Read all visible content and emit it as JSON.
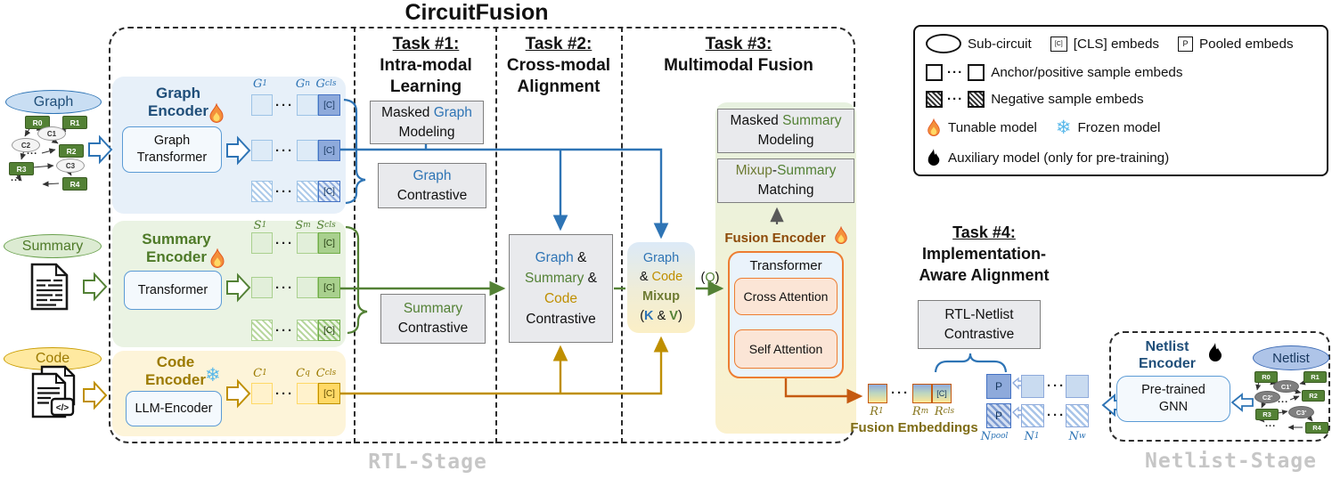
{
  "title": "CircuitFusion",
  "glyphs": {
    "dots": "···",
    "dots_small": "...",
    "cls": "[C]",
    "pool": "P",
    "code_tag": "</>",
    "snowflake": "❄"
  },
  "stages": {
    "rtl": "RTL-Stage",
    "netlist": "Netlist-Stage"
  },
  "colors": {
    "graph_blue": "#2E74B5",
    "summary_green": "#538135",
    "code_gold": "#BF8F00",
    "fusion_orange": "#C55A11",
    "mixup_olive": "#6E7B33"
  },
  "inputs": {
    "graph": {
      "label": "Graph"
    },
    "summary": {
      "label": "Summary"
    },
    "code": {
      "label": "Code"
    },
    "netlist": {
      "label": "Netlist"
    }
  },
  "rtl_graph": {
    "r0": "R0",
    "r1": "R1",
    "c1": "C1",
    "c2": "C2",
    "r2": "R2",
    "r3": "R3",
    "c3": "C3",
    "r4": "R4"
  },
  "netlist_graph": {
    "r0": "R0",
    "r1": "R1",
    "c1": "C1'",
    "c2": "C2'",
    "r2": "R2",
    "r3": "R3",
    "c3": "C3'",
    "r4": "R4"
  },
  "encoders": {
    "graph": {
      "t1": "Graph",
      "t2": "Encoder",
      "model": "Graph Transformer",
      "l1b": "G",
      "l1s": "1",
      "l2b": "G",
      "l2s": "n",
      "l3b": "G",
      "l3s": "cls"
    },
    "summary": {
      "t1": "Summary",
      "t2": "Encoder",
      "model": "Transformer",
      "l1b": "S",
      "l1s": "1",
      "l2b": "S",
      "l2s": "m",
      "l3b": "S",
      "l3s": "cls"
    },
    "code": {
      "t1": "Code",
      "t2": "Encoder",
      "model": "LLM-Encoder",
      "l1b": "C",
      "l1s": "1",
      "l2b": "C",
      "l2s": "q",
      "l3b": "C",
      "l3s": "cls"
    }
  },
  "tasks": {
    "t1": {
      "h": "Task #1:",
      "l1": "Intra-modal",
      "l2": "Learning"
    },
    "t2": {
      "h": "Task #2:",
      "l1": "Cross-modal",
      "l2": "Alignment"
    },
    "t3": {
      "h": "Task #3:",
      "l1": "Multimodal Fusion"
    },
    "t4": {
      "h": "Task #4:",
      "l1": "Implementation-",
      "l2": "Aware Alignment"
    }
  },
  "boxes": {
    "masked_graph": {
      "w1": "Masked",
      "w2": "Graph",
      "w3": "Modeling"
    },
    "graph_contrastive": {
      "w1": "Graph",
      "w2": "Contrastive"
    },
    "summary_contrastive": {
      "w1": "Summary",
      "w2": "Contrastive"
    },
    "gsc": {
      "w1": "Graph",
      "a1": "&",
      "w2": "Summary",
      "a2": "&",
      "w3": "Code",
      "w4": "Contrastive"
    },
    "mixup": {
      "w1": "Graph",
      "a1": "&",
      "w2": "Code",
      "w3": "Mixup",
      "p1": "(",
      "k": "K",
      "a2": "&",
      "v": "V",
      "p2": ")"
    },
    "q": {
      "p1": "(",
      "q": "Q",
      "p2": ")"
    },
    "masked_summary": {
      "w1": "Masked",
      "w2": "Summary",
      "w3": "Modeling"
    },
    "mixup_summary": {
      "w1": "Mixup",
      "d": "-",
      "w2": "Summary",
      "w3": "Matching"
    },
    "fusion_encoder": "Fusion Encoder",
    "transformer": "Transformer",
    "cross_attn": "Cross Attention",
    "self_attn": "Self Attention",
    "rtl_netlist": {
      "w1": "RTL-Netlist",
      "w2": "Contrastive"
    },
    "netlist_encoder": {
      "t1": "Netlist",
      "t2": "Encoder",
      "m1": "Pre-trained",
      "m2": "GNN"
    }
  },
  "embeddings": {
    "fusion_label": "Fusion Embeddings",
    "r1b": "R",
    "r1s": "1",
    "rmb": "R",
    "rms": "m",
    "rcb": "R",
    "rcs": "cls",
    "npb": "N",
    "nps": "pool",
    "n1b": "N",
    "n1s": "1",
    "nwb": "N",
    "nws": "w"
  },
  "legend": {
    "sub_circuit": "Sub-circuit",
    "cls_icon": "[C]",
    "cls_embeds": "[CLS] embeds",
    "p_icon": "P",
    "pooled_embeds": "Pooled embeds",
    "anchor": "Anchor/positive sample embeds",
    "negative": "Negative sample embeds",
    "tunable": "Tunable model",
    "frozen": "Frozen model",
    "auxiliary": "Auxiliary model (only for pre-training)"
  }
}
